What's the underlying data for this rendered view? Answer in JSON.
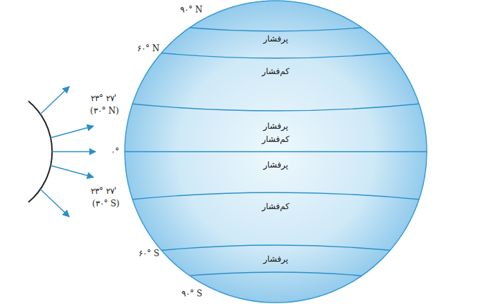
{
  "diagram": {
    "nodes": [
      {
        "text": [
          "پرفشار"
        ]
      },
      {
        "text": [
          "کم‌فشار"
        ]
      },
      {
        "text": [
          "پرفشار"
        ]
      },
      {
        "text": [
          "کم‌فشار"
        ]
      },
      {
        "text": [
          "پرفشار"
        ]
      },
      {
        "text": [
          "کم‌فشار"
        ]
      },
      {
        "text": [
          "پرفشار"
        ]
      }
    ],
    "labels": [
      "۹۰° N",
      "۶۰° N",
      "۲۳° ۲۷'",
      "(۳۰° N)",
      "۰°",
      "۲۳° ۲۷'",
      "(۳۰° S)",
      "۶۰° S",
      "۹۰° S"
    ]
  }
}
